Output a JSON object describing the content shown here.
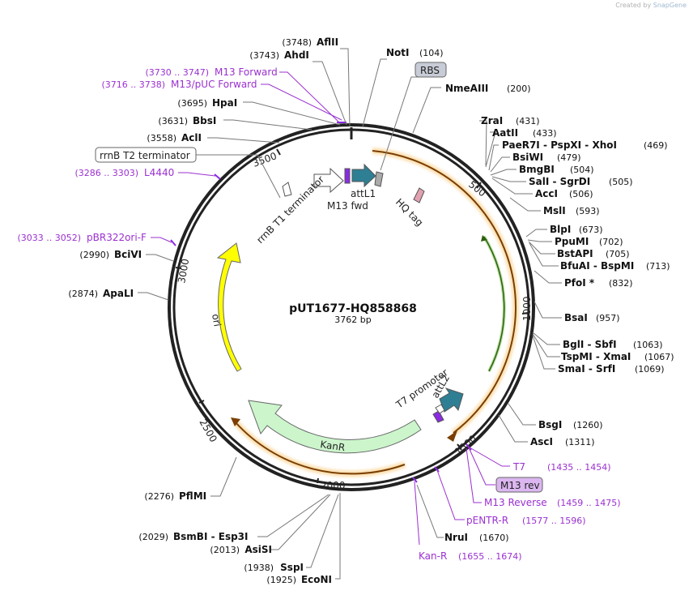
{
  "title": "pUT1677-HQ858868",
  "subtitle": "3762 bp",
  "credit": {
    "prefix": "Created by",
    "brand": "SnapGene"
  },
  "ticks": [
    "500",
    "1000",
    "1500",
    "2000",
    "2500",
    "3000",
    "3500"
  ],
  "enzymes": [
    {
      "label": "AflII",
      "pos": "(3748)"
    },
    {
      "label": "AhdI",
      "pos": "(3743)"
    },
    {
      "label": "HpaI",
      "pos": "(3695)"
    },
    {
      "label": "BbsI",
      "pos": "(3631)"
    },
    {
      "label": "AclI",
      "pos": "(3558)"
    },
    {
      "label": "NotI",
      "pos": "(104)"
    },
    {
      "label": "NmeAIII",
      "pos": "(200)"
    },
    {
      "label": "ZraI",
      "pos": "(431)"
    },
    {
      "label": "AatII",
      "pos": "(433)"
    },
    {
      "label": "PaeR7I - PspXI - XhoI",
      "pos": "(469)"
    },
    {
      "label": "BsiWI",
      "pos": "(479)"
    },
    {
      "label": "BmgBI",
      "pos": "(504)"
    },
    {
      "label": "SalI - SgrDI",
      "pos": "(505)"
    },
    {
      "label": "AccI",
      "pos": "(506)"
    },
    {
      "label": "MslI",
      "pos": "(593)"
    },
    {
      "label": "BlpI",
      "pos": "(673)"
    },
    {
      "label": "PpuMI",
      "pos": "(702)"
    },
    {
      "label": "BstAPI",
      "pos": "(705)"
    },
    {
      "label": "BfuAI - BspMI",
      "pos": "(713)"
    },
    {
      "label": "PfoI *",
      "pos": "(832)"
    },
    {
      "label": "BsaI",
      "pos": "(957)"
    },
    {
      "label": "BglI - SbfI",
      "pos": "(1063)"
    },
    {
      "label": "TspMI - XmaI",
      "pos": "(1067)"
    },
    {
      "label": "SmaI - SrfI",
      "pos": "(1069)"
    },
    {
      "label": "BsgI",
      "pos": "(1260)"
    },
    {
      "label": "AscI",
      "pos": "(1311)"
    },
    {
      "label": "NruI",
      "pos": "(1670)"
    },
    {
      "label": "EcoNI",
      "pos": "(1925)"
    },
    {
      "label": "SspI",
      "pos": "(1938)"
    },
    {
      "label": "AsiSI",
      "pos": "(2013)"
    },
    {
      "label": "BsmBI - Esp3I",
      "pos": "(2029)"
    },
    {
      "label": "PflMI",
      "pos": "(2276)"
    },
    {
      "label": "ApaLI",
      "pos": "(2874)"
    },
    {
      "label": "BciVI",
      "pos": "(2990)"
    }
  ],
  "primers": [
    {
      "label": "M13 Forward",
      "range": "(3730 .. 3747)"
    },
    {
      "label": "M13/pUC Forward",
      "range": "(3716 .. 3738)"
    },
    {
      "label": "L4440",
      "range": "(3286 .. 3303)"
    },
    {
      "label": "pBR322ori-F",
      "range": "(3033 .. 3052)"
    },
    {
      "label": "T7",
      "range": "(1435 .. 1454)"
    },
    {
      "label": "M13 Reverse",
      "range": "(1459 .. 1475)"
    },
    {
      "label": "pENTR-R",
      "range": "(1577 .. 1596)"
    },
    {
      "label": "Kan-R",
      "range": "(1655 .. 1674)"
    }
  ],
  "boxed_labels": {
    "rbs": "RBS",
    "rrnb_t2": "rrnB T2 terminator",
    "m13_rev": "M13 rev"
  },
  "features": {
    "ori": "ori",
    "kanr": "KanR",
    "attl1": "attL1",
    "attl2": "attL2",
    "m13_fwd": "M13 fwd",
    "hq_tag": "HQ tag",
    "t7_promoter": "T7 promoter",
    "rrnb_t1": "rrnB T1 terminator"
  },
  "colors": {
    "ori": "#ffff00",
    "kanr": "#ccf5cc",
    "att": "#2e7f94",
    "orf_orange": "#f5a623",
    "green_line": "#6fc23a",
    "primer": "#8a2be2",
    "primer_text": "#9b30d0",
    "terminator": "#ffffff",
    "rbs_fill": "#c8ccd6",
    "m13_rev_fill": "#dbb6f0",
    "hq_tag": "#e2a0b0"
  }
}
